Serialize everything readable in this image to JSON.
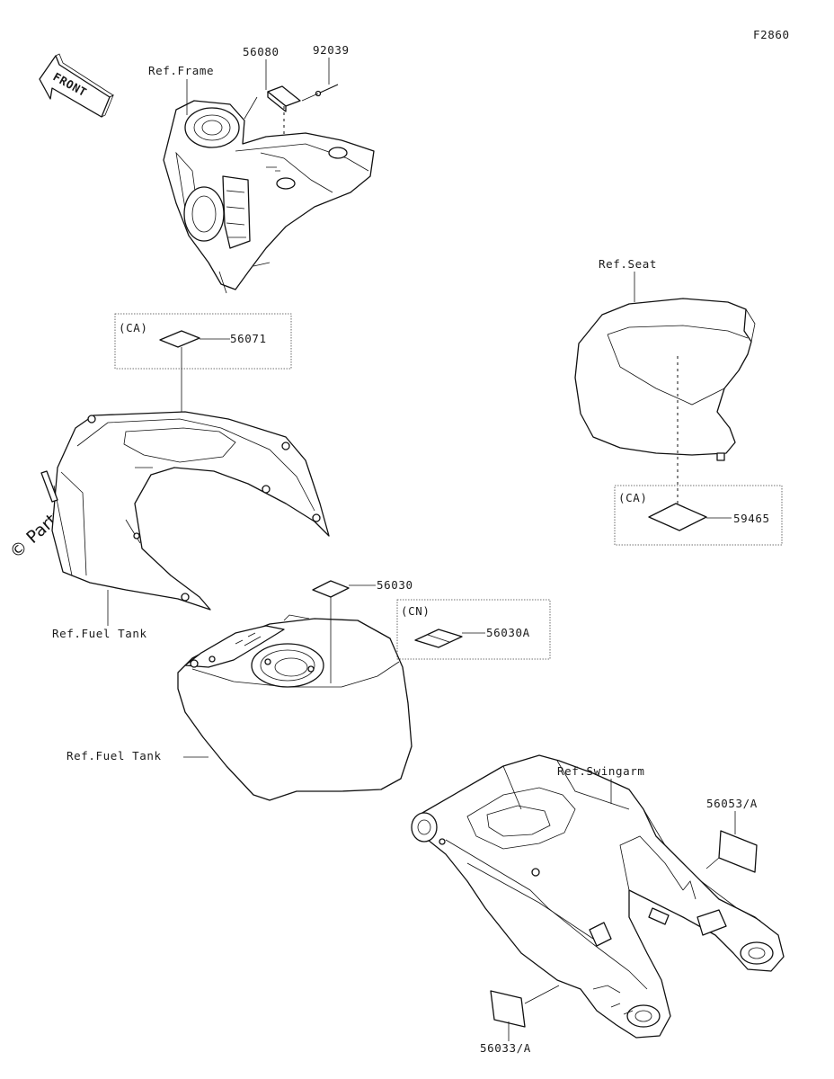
{
  "diagram_code": "F2860",
  "front_label": "FRONT",
  "watermark": "© Partzilla.com",
  "refs": {
    "frame": "Ref.Frame",
    "seat": "Ref.Seat",
    "fuel_tank_cover": "Ref.Fuel Tank",
    "fuel_tank": "Ref.Fuel Tank",
    "swingarm": "Ref.Swingarm"
  },
  "regions": {
    "ca_upper": "(CA)",
    "ca_seat": "(CA)",
    "cn": "(CN)"
  },
  "parts": {
    "p56080": "56080",
    "p92039": "92039",
    "p56071": "56071",
    "p59465": "59465",
    "p56030": "56030",
    "p56030A": "56030A",
    "p56053": "56053/A",
    "p56033": "56033/A"
  }
}
